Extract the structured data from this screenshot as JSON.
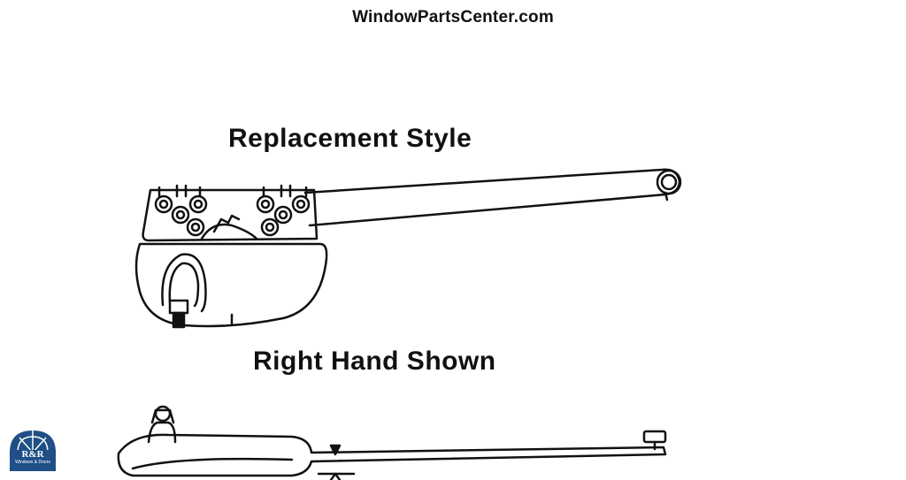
{
  "header": {
    "site_title": "WindowPartsCenter.com"
  },
  "labels": {
    "style_heading": "Replacement Style",
    "hand_heading": "Right Hand Shown"
  },
  "logo": {
    "mark": "R&R",
    "subtitle": "Windows & Doors",
    "color": "#1f4f86"
  },
  "icons": {
    "top_view": "casement-operator-top-view",
    "side_view": "casement-operator-side-view"
  }
}
